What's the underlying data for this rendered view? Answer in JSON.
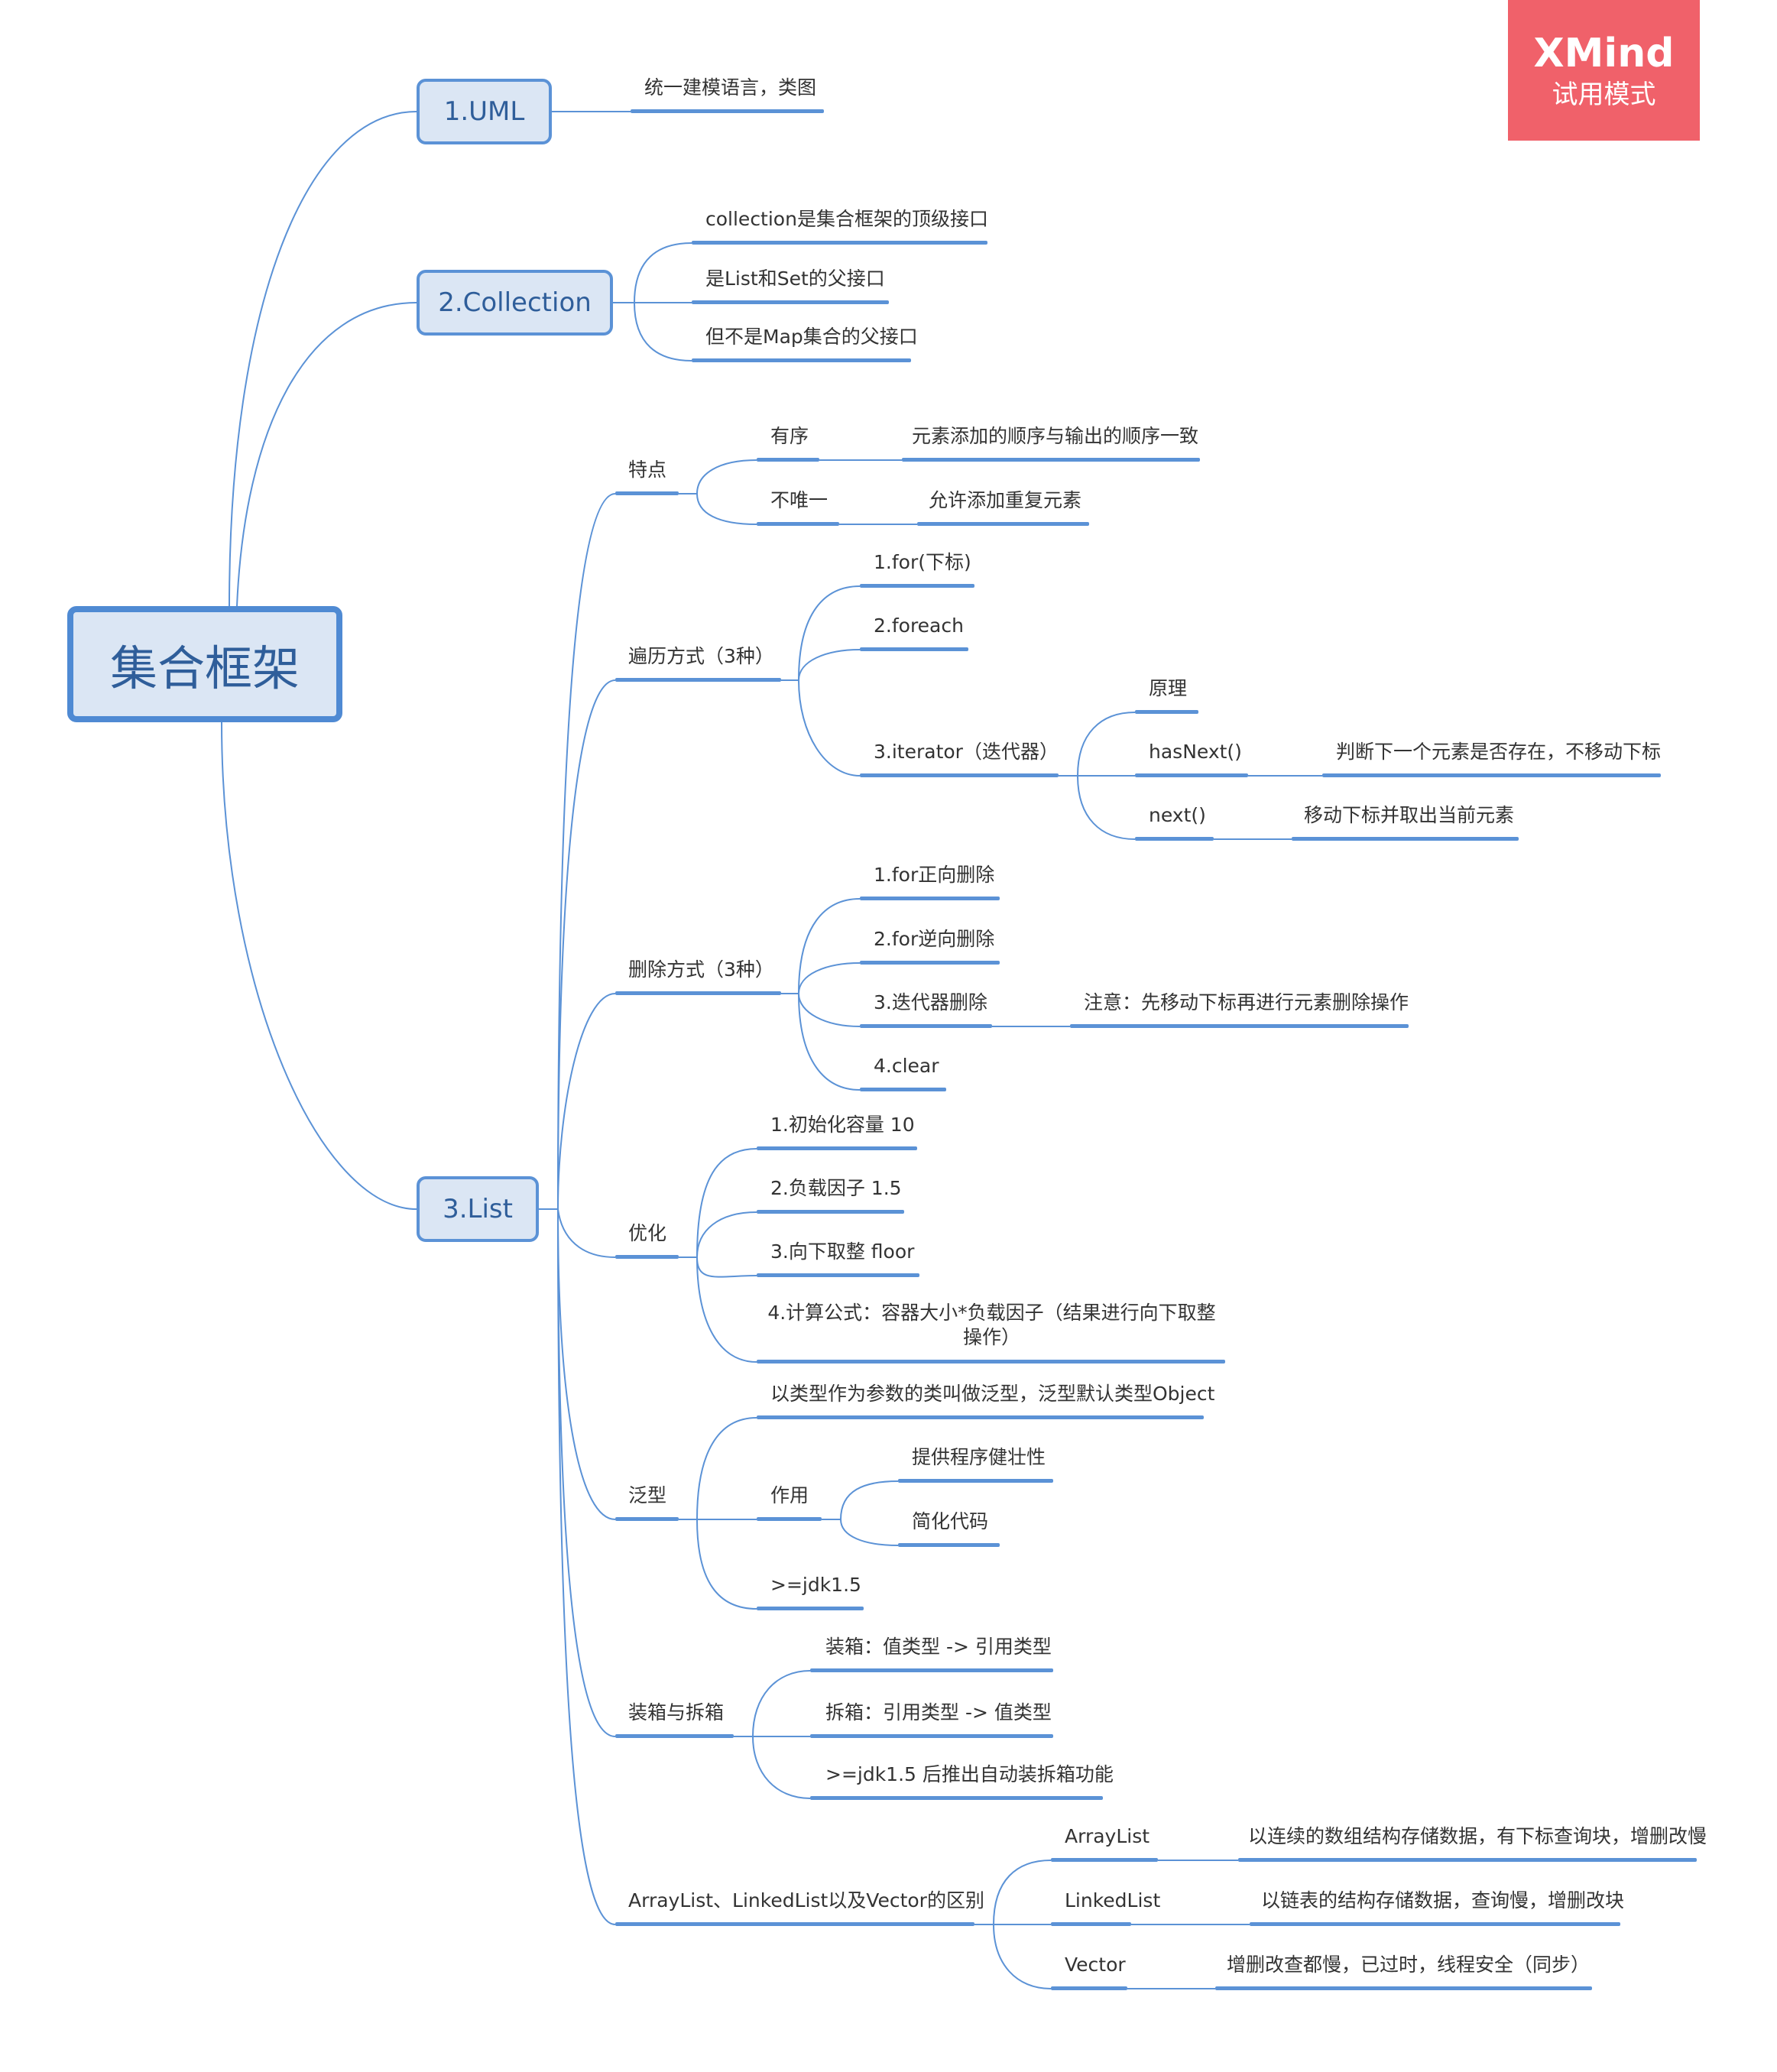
{
  "root": {
    "label": "集合框架"
  },
  "branches": {
    "uml": {
      "label": "1.UML",
      "items": [
        "统一建模语言，类图"
      ]
    },
    "collection": {
      "label": "2.Collection",
      "items": [
        "collection是集合框架的顶级接口",
        "是List和Set的父接口",
        "但不是Map集合的父接口"
      ]
    },
    "list": {
      "label": "3.List",
      "features": {
        "label": "特点",
        "ordered": {
          "label": "有序",
          "detail": "元素添加的顺序与输出的顺序一致"
        },
        "not_unique": {
          "label": "不唯一",
          "detail": "允许添加重复元素"
        }
      },
      "traversal": {
        "label": "遍历方式（3种）",
        "for": "1.for(下标)",
        "foreach": "2.foreach",
        "iterator": {
          "label": "3.iterator（迭代器）",
          "principle": "原理",
          "hasnext": {
            "label": "hasNext()",
            "detail": "判断下一个元素是否存在，不移动下标"
          },
          "next": {
            "label": "next()",
            "detail": "移动下标并取出当前元素"
          }
        }
      },
      "deletion": {
        "label": "删除方式（3种）",
        "forward": "1.for正向删除",
        "reverse": "2.for逆向删除",
        "iterator": {
          "label": "3.迭代器删除",
          "note": "注意：先移动下标再进行元素删除操作"
        },
        "clear": "4.clear"
      },
      "optimization": {
        "label": "优化",
        "items": [
          "1.初始化容量 10",
          "2.负载因子 1.5",
          "3.向下取整 floor",
          "4.计算公式：容器大小*负载因子（结果进行向下取整操作）"
        ]
      },
      "generics": {
        "label": "泛型",
        "definition": "以类型作为参数的类叫做泛型，泛型默认类型Object",
        "purpose": {
          "label": "作用",
          "items": [
            "提供程序健壮性",
            "简化代码"
          ]
        },
        "version": ">=jdk1.5"
      },
      "boxing": {
        "label": "装箱与拆箱",
        "items": [
          "装箱：值类型 -> 引用类型",
          "拆箱：引用类型 -> 值类型",
          ">=jdk1.5 后推出自动装拆箱功能"
        ]
      },
      "compare": {
        "label": "ArrayList、LinkedList以及Vector的区别",
        "arraylist": {
          "label": "ArrayList",
          "detail": "以连续的数组结构存储数据，有下标查询块，增删改慢"
        },
        "linkedlist": {
          "label": "LinkedList",
          "detail": "以链表的结构存储数据，查询慢，增删改块"
        },
        "vector": {
          "label": "Vector",
          "detail": "增删改查都慢，已过时，线程安全（同步）"
        }
      }
    }
  },
  "watermark": {
    "brand": "XMind",
    "mode": "试用模式"
  },
  "colors": {
    "line": "#5b92d6",
    "topic_fill": "#dbe6f4",
    "topic_text": "#2f5e9a",
    "badge": "#f0616a"
  }
}
